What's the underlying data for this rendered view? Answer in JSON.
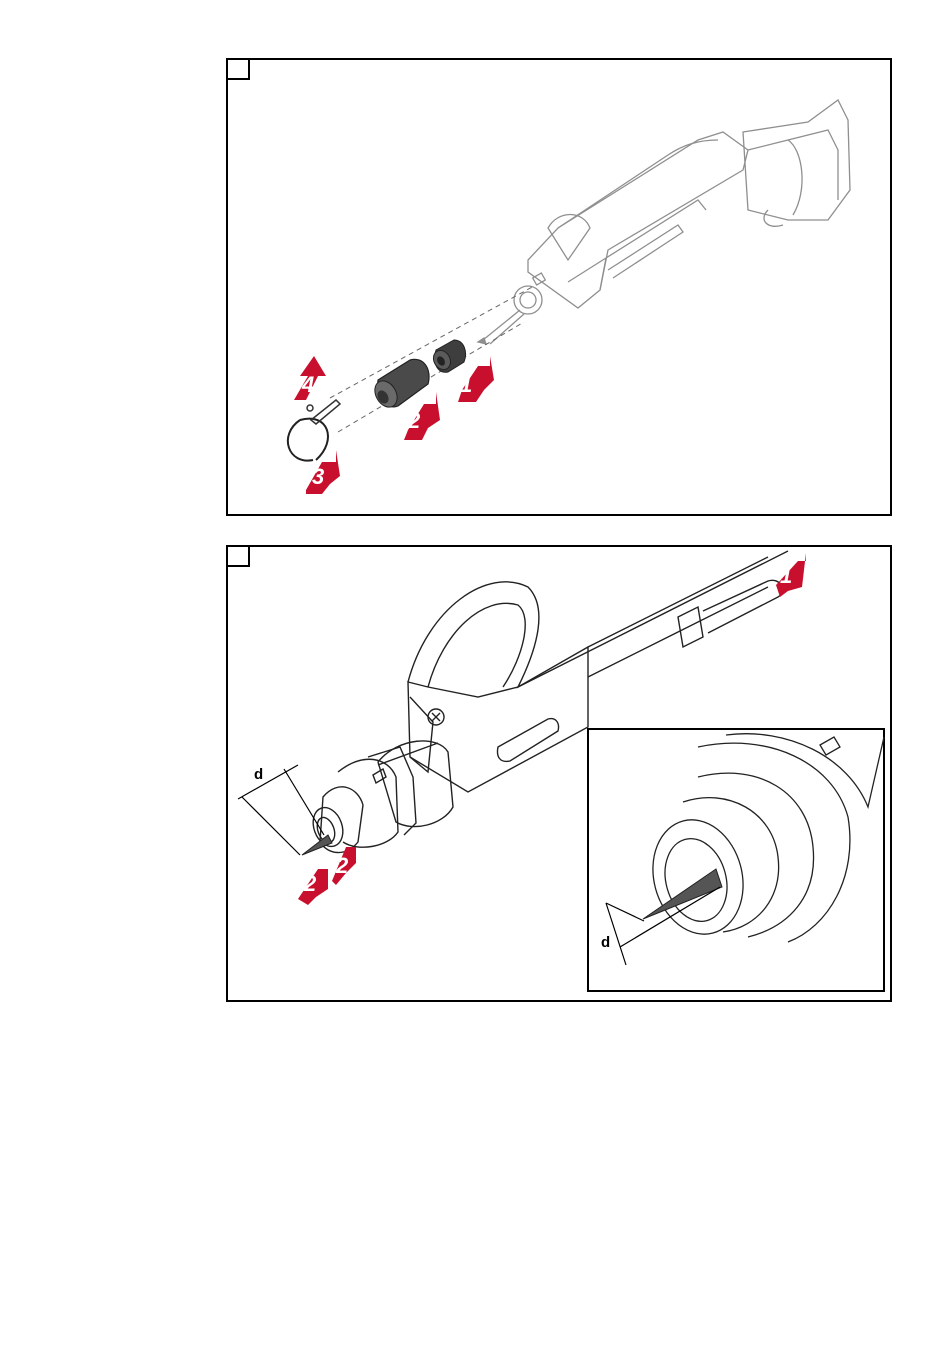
{
  "figure1": {
    "steps": {
      "s1": "1",
      "s2": "2",
      "s3": "3",
      "s4": "4"
    }
  },
  "figure2": {
    "steps": {
      "s1": "1",
      "s2a": "2",
      "s2b": "2"
    },
    "dimension_label": "d",
    "inset_dimension_label": "d"
  },
  "colors": {
    "arrow_red": "#c8102e",
    "part_dark": "#4a4a4a",
    "line_gray": "#9a9a9a"
  }
}
